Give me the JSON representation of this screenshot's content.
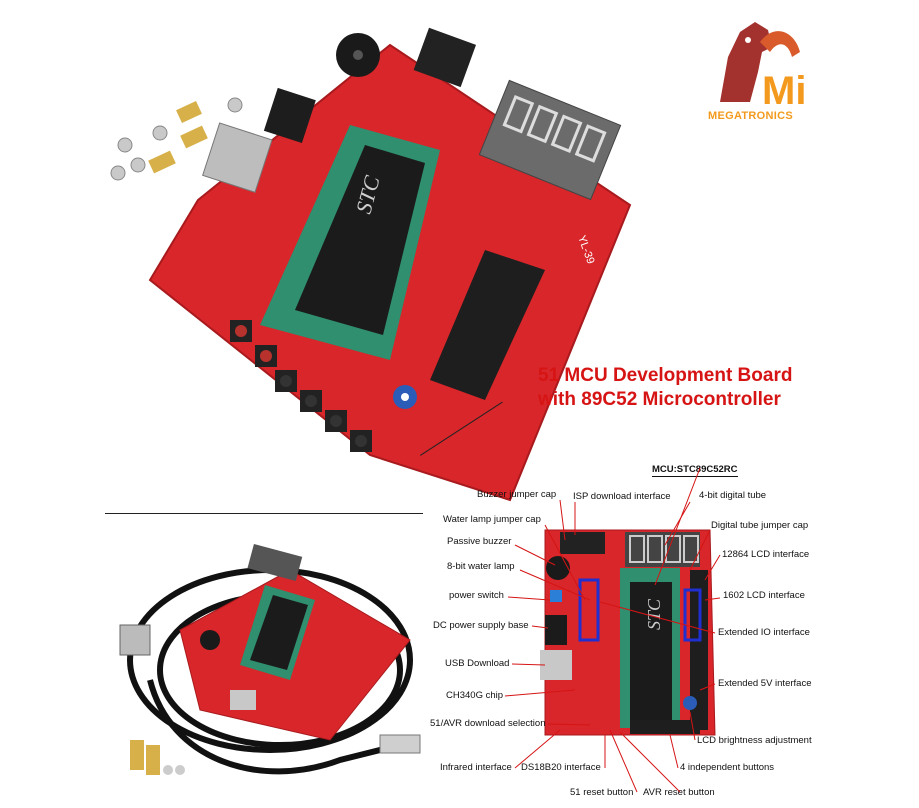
{
  "headline": {
    "line1": "51 MCU Development Board",
    "line2": "with 89C52 Microcontroller"
  },
  "brand": {
    "logo_letters": "Mi",
    "name": "MEGATRONICS"
  },
  "board_silk": {
    "chip": "STC",
    "model": "YL-39"
  },
  "callouts": {
    "mcu": "MCU:STC89C52RC",
    "buzzer_jumper": "Buzzer jumper cap",
    "isp": "ISP download interface",
    "digital_tube": "4-bit digital tube",
    "water_lamp_jumper": "Water lamp jumper cap",
    "tube_jumper": "Digital tube jumper cap",
    "passive_buzzer": "Passive buzzer",
    "lcd12864": "12864 LCD interface",
    "water_lamp": "8-bit  water lamp",
    "power_switch": "power switch",
    "lcd1602": "1602 LCD interface",
    "dc_power": "DC power supply base",
    "extended_io": "Extended IO interface",
    "usb_download": "USB Download",
    "extended_5v": "Extended 5V interface",
    "ch340": "CH340G chip",
    "download_select": "51/AVR download selection",
    "lcd_brightness": "LCD brightness adjustment",
    "infrared": "Infrared interface",
    "ds18b20": "DS18B20 interface",
    "buttons4": "4 independent buttons",
    "reset51": "51 reset button",
    "avr_reset": "AVR reset button"
  },
  "colors": {
    "headline": "#d61414",
    "brand_orange": "#f39a1e",
    "pcb_red": "#d8262a",
    "socket_green": "#2f8f6e"
  }
}
